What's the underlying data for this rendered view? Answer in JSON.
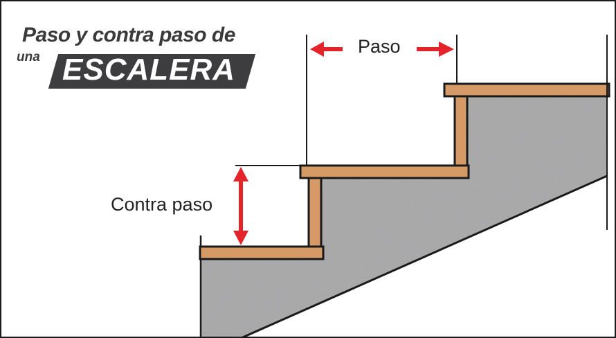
{
  "title": {
    "line1": "Paso y contra paso de",
    "prefix": "una",
    "banner": "ESCALERA"
  },
  "labels": {
    "tread": "Paso",
    "riser": "Contra paso"
  },
  "colors": {
    "wood_fill": "#d59a66",
    "wood_stroke": "#1a1a1a",
    "concrete": "#a7a7a9",
    "arrow": "#e3242b",
    "banner": "#3d3d3f"
  }
}
